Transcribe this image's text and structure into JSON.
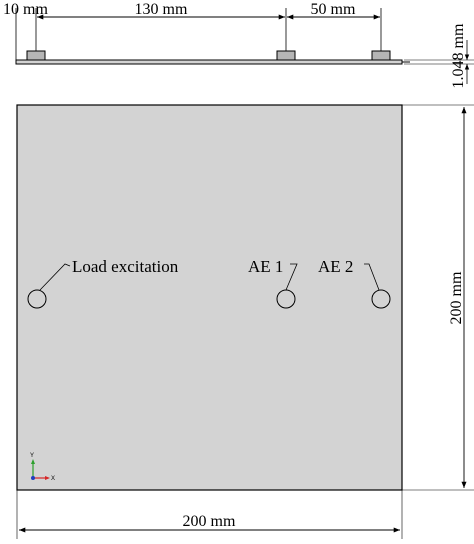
{
  "top_dimensions": {
    "left_offset": "10 mm",
    "spacing_main": "130 mm",
    "spacing_sensor": "50 mm",
    "thickness": "1.048 mm"
  },
  "plate_dimensions": {
    "height": "200 mm",
    "width": "200 mm"
  },
  "labels": {
    "load_excitation": "Load excitation",
    "ae1": "AE 1",
    "ae2": "AE 2"
  },
  "axes_triad": {
    "y": "Y",
    "x": "X"
  },
  "colors": {
    "plate_fill": "#d3d3d3",
    "line": "#000000",
    "triad_y": "#2ca02c",
    "triad_x": "#d62728",
    "triad_z": "#1f3fbf"
  }
}
